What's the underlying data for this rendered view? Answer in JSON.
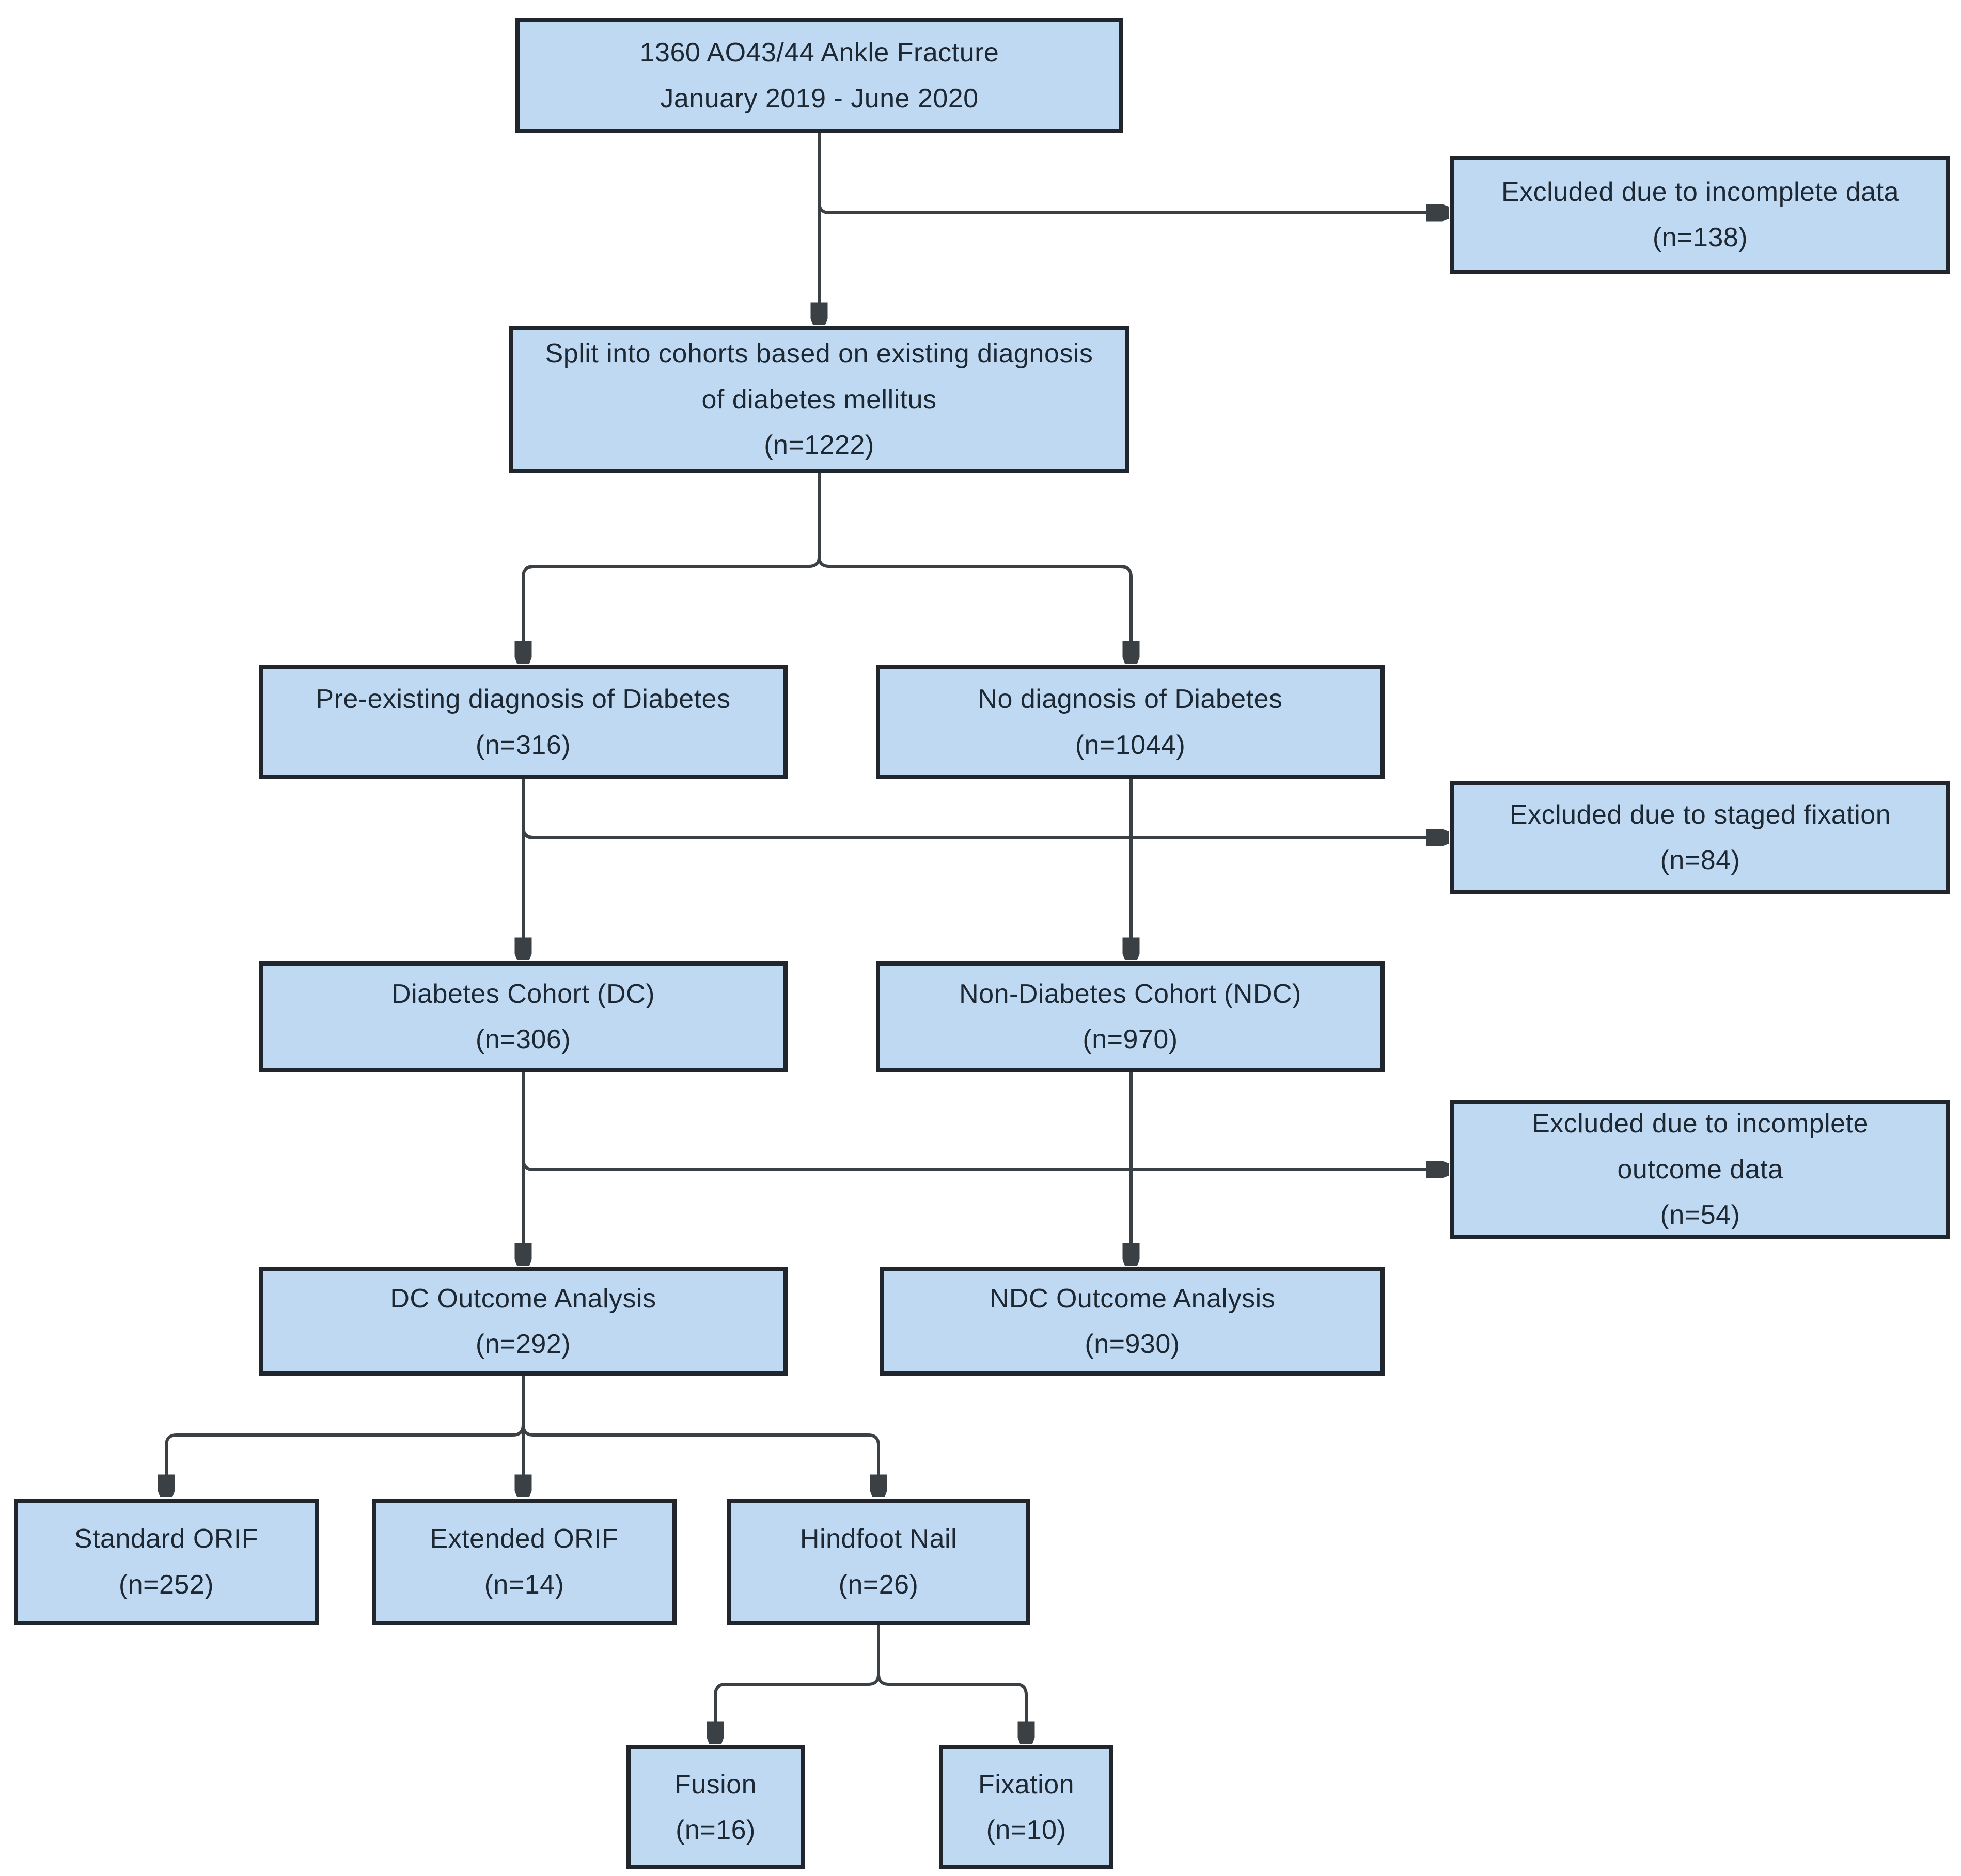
{
  "diagram_type": "flowchart",
  "colors": {
    "box_fill": "#BFD9F2",
    "box_border": "#20262B",
    "connector": "#3B4045",
    "text": "#1E2833",
    "background": "#FFFFFF"
  },
  "nodes": {
    "total": {
      "label": "1360 AO43/44 Ankle Fracture\nJanuary 2019 - June 2020"
    },
    "excluded_incomplete_data": {
      "label": "Excluded due to incomplete data\n(n=138)"
    },
    "split_cohorts": {
      "label": "Split into cohorts based on existing diagnosis\nof diabetes mellitus\n(n=1222)"
    },
    "preexisting_diabetes": {
      "label": "Pre-existing diagnosis of Diabetes\n(n=316)"
    },
    "no_diabetes": {
      "label": "No diagnosis of Diabetes\n(n=1044)"
    },
    "excluded_staged_fixation": {
      "label": "Excluded due to staged fixation\n(n=84)"
    },
    "diabetes_cohort": {
      "label": "Diabetes Cohort (DC)\n(n=306)"
    },
    "non_diabetes_cohort": {
      "label": "Non-Diabetes Cohort (NDC)\n(n=970)"
    },
    "excluded_incomplete_outcome": {
      "label": "Excluded due to incomplete\noutcome data\n(n=54)"
    },
    "dc_outcome": {
      "label": "DC Outcome Analysis\n(n=292)"
    },
    "ndc_outcome": {
      "label": "NDC Outcome Analysis\n(n=930)"
    },
    "standard_orif": {
      "label": "Standard ORIF\n(n=252)"
    },
    "extended_orif": {
      "label": "Extended ORIF\n(n=14)"
    },
    "hindfoot_nail": {
      "label": "Hindfoot Nail\n(n=26)"
    },
    "fusion": {
      "label": "Fusion\n(n=16)"
    },
    "fixation": {
      "label": "Fixation\n(n=10)"
    }
  }
}
